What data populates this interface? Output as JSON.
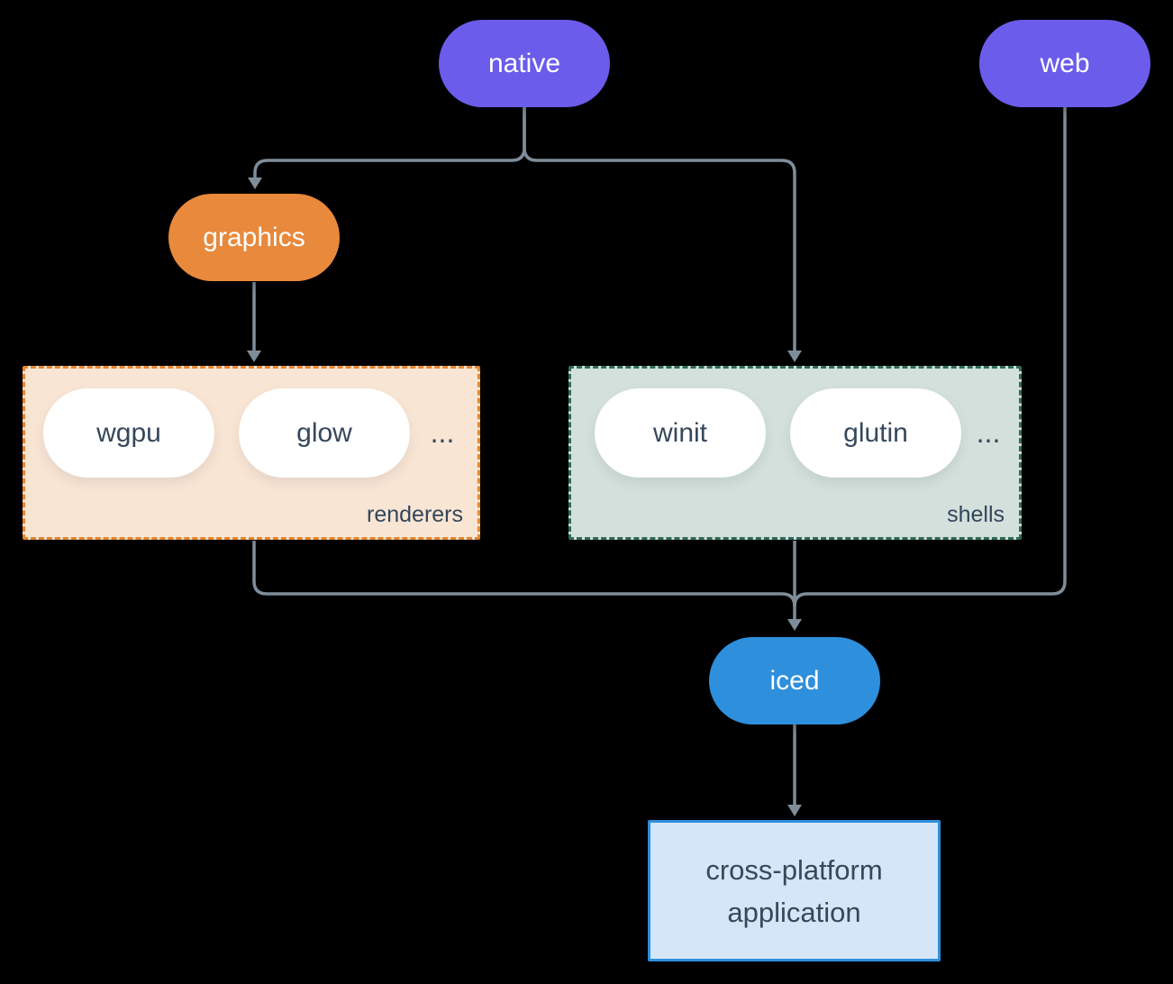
{
  "diagram": {
    "nodes": {
      "native": "native",
      "web": "web",
      "graphics": "graphics",
      "iced": "iced"
    },
    "app": {
      "lines": [
        "cross-platform",
        "application"
      ]
    },
    "groups": {
      "renderers": {
        "label": "renderers",
        "items": [
          "wgpu",
          "glow"
        ],
        "more": "..."
      },
      "shells": {
        "label": "shells",
        "items": [
          "winit",
          "glutin"
        ],
        "more": "..."
      }
    },
    "colors": {
      "background": "#000000",
      "platform_pill": "#6B5CEB",
      "graphics_pill": "#E8893C",
      "iced_pill": "#2E8FDC",
      "renderers_fill": "#F9E5D4",
      "renderers_border": "#E8842C",
      "shells_fill": "#D3E0DB",
      "shells_border": "#2E6B5C",
      "app_fill": "#D4E6F7",
      "app_border": "#2E8FDC",
      "connector": "#7E8D99",
      "dark_text": "#35485C",
      "light_text": "#FFFFFF"
    }
  }
}
